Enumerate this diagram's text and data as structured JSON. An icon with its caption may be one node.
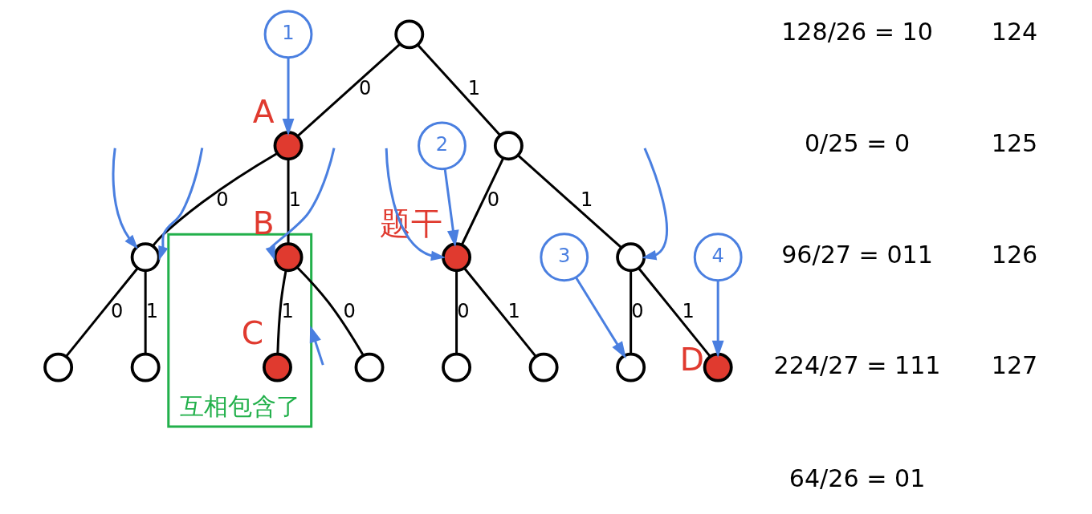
{
  "diagram": {
    "nodes": [
      {
        "text": [],
        "shape": "circle"
      },
      {
        "text": [],
        "shape": "circle",
        "beside": [
          "A"
        ]
      },
      {
        "text": [],
        "shape": "circle"
      },
      {
        "text": [],
        "shape": "circle"
      },
      {
        "text": [
          "互相包含了"
        ]
      },
      {
        "text": [],
        "shape": "circle",
        "in": 4,
        "beside": [
          "B"
        ]
      },
      {
        "text": [],
        "shape": "circle",
        "beside": [
          "题干"
        ]
      },
      {
        "text": [],
        "shape": "circle"
      },
      {
        "text": [],
        "shape": "circle"
      },
      {
        "text": [],
        "shape": "circle"
      },
      {
        "text": [],
        "shape": "circle"
      },
      {
        "text": [],
        "shape": "circle",
        "in": 4,
        "beside": [
          "C"
        ]
      },
      {
        "text": [],
        "shape": "circle"
      },
      {
        "text": [],
        "shape": "circle"
      },
      {
        "text": [],
        "shape": "circle"
      },
      {
        "text": [],
        "shape": "circle",
        "beside": [
          "D"
        ]
      },
      {
        "text": [
          "1"
        ]
      },
      {
        "text": [
          "2"
        ]
      },
      {
        "text": [
          "3"
        ]
      },
      {
        "text": [
          "4"
        ]
      }
    ],
    "edges": [
      {
        "from": 0,
        "to": 1,
        "arrow": "none",
        "label": "0"
      },
      {
        "from": 0,
        "to": 2,
        "arrow": "none",
        "label": "1"
      },
      {
        "from": 1,
        "to": 3,
        "arrow": "none",
        "label": "0"
      },
      {
        "from": 1,
        "to": 5,
        "arrow": "none",
        "label": "1"
      },
      {
        "from": 2,
        "to": 6,
        "arrow": "none",
        "label": "0"
      },
      {
        "from": 2,
        "to": 7,
        "arrow": "none",
        "label": "1"
      },
      {
        "from": 3,
        "to": 8,
        "arrow": "none",
        "label": "0"
      },
      {
        "from": 3,
        "to": 9,
        "arrow": "none",
        "label": "1"
      },
      {
        "from": 5,
        "to": 10,
        "arrow": "none",
        "label": "0"
      },
      {
        "from": 5,
        "to": 11,
        "arrow": "none",
        "label": "1"
      },
      {
        "from": 6,
        "to": 12,
        "arrow": "none",
        "label": "0"
      },
      {
        "from": 6,
        "to": 13,
        "arrow": "none",
        "label": "1"
      },
      {
        "from": 7,
        "to": 14,
        "arrow": "none",
        "label": "0"
      },
      {
        "from": 7,
        "to": 15,
        "arrow": "none",
        "label": "1"
      },
      {
        "from": 16,
        "to": 1,
        "arrow": "to",
        "color": "#4a7fe0"
      },
      {
        "from": 17,
        "to": 6,
        "arrow": "to",
        "color": "#4a7fe0"
      },
      {
        "from": 18,
        "to": 14,
        "arrow": "to",
        "color": "#4a7fe0"
      },
      {
        "from": 19,
        "to": 15,
        "arrow": "to",
        "color": "#4a7fe0"
      },
      {
        "from": null,
        "to": 3,
        "arrow": "to",
        "color": "#4a7fe0"
      },
      {
        "from": null,
        "to": 3,
        "arrow": "to",
        "color": "#4a7fe0"
      },
      {
        "from": null,
        "to": 5,
        "arrow": "to",
        "color": "#4a7fe0"
      },
      {
        "from": null,
        "to": 6,
        "arrow": "to",
        "color": "#4a7fe0"
      },
      {
        "from": null,
        "to": 7,
        "arrow": "to",
        "color": "#4a7fe0"
      },
      {
        "from": null,
        "to": 4,
        "arrow": "to",
        "color": "#4a7fe0"
      }
    ],
    "labels": [
      "128/26 = 10",
      "124",
      "0/25 = 0",
      "96/27 = 011",
      "125",
      "224/27 = 111",
      "64/26 = 01",
      "126",
      "127"
    ]
  }
}
